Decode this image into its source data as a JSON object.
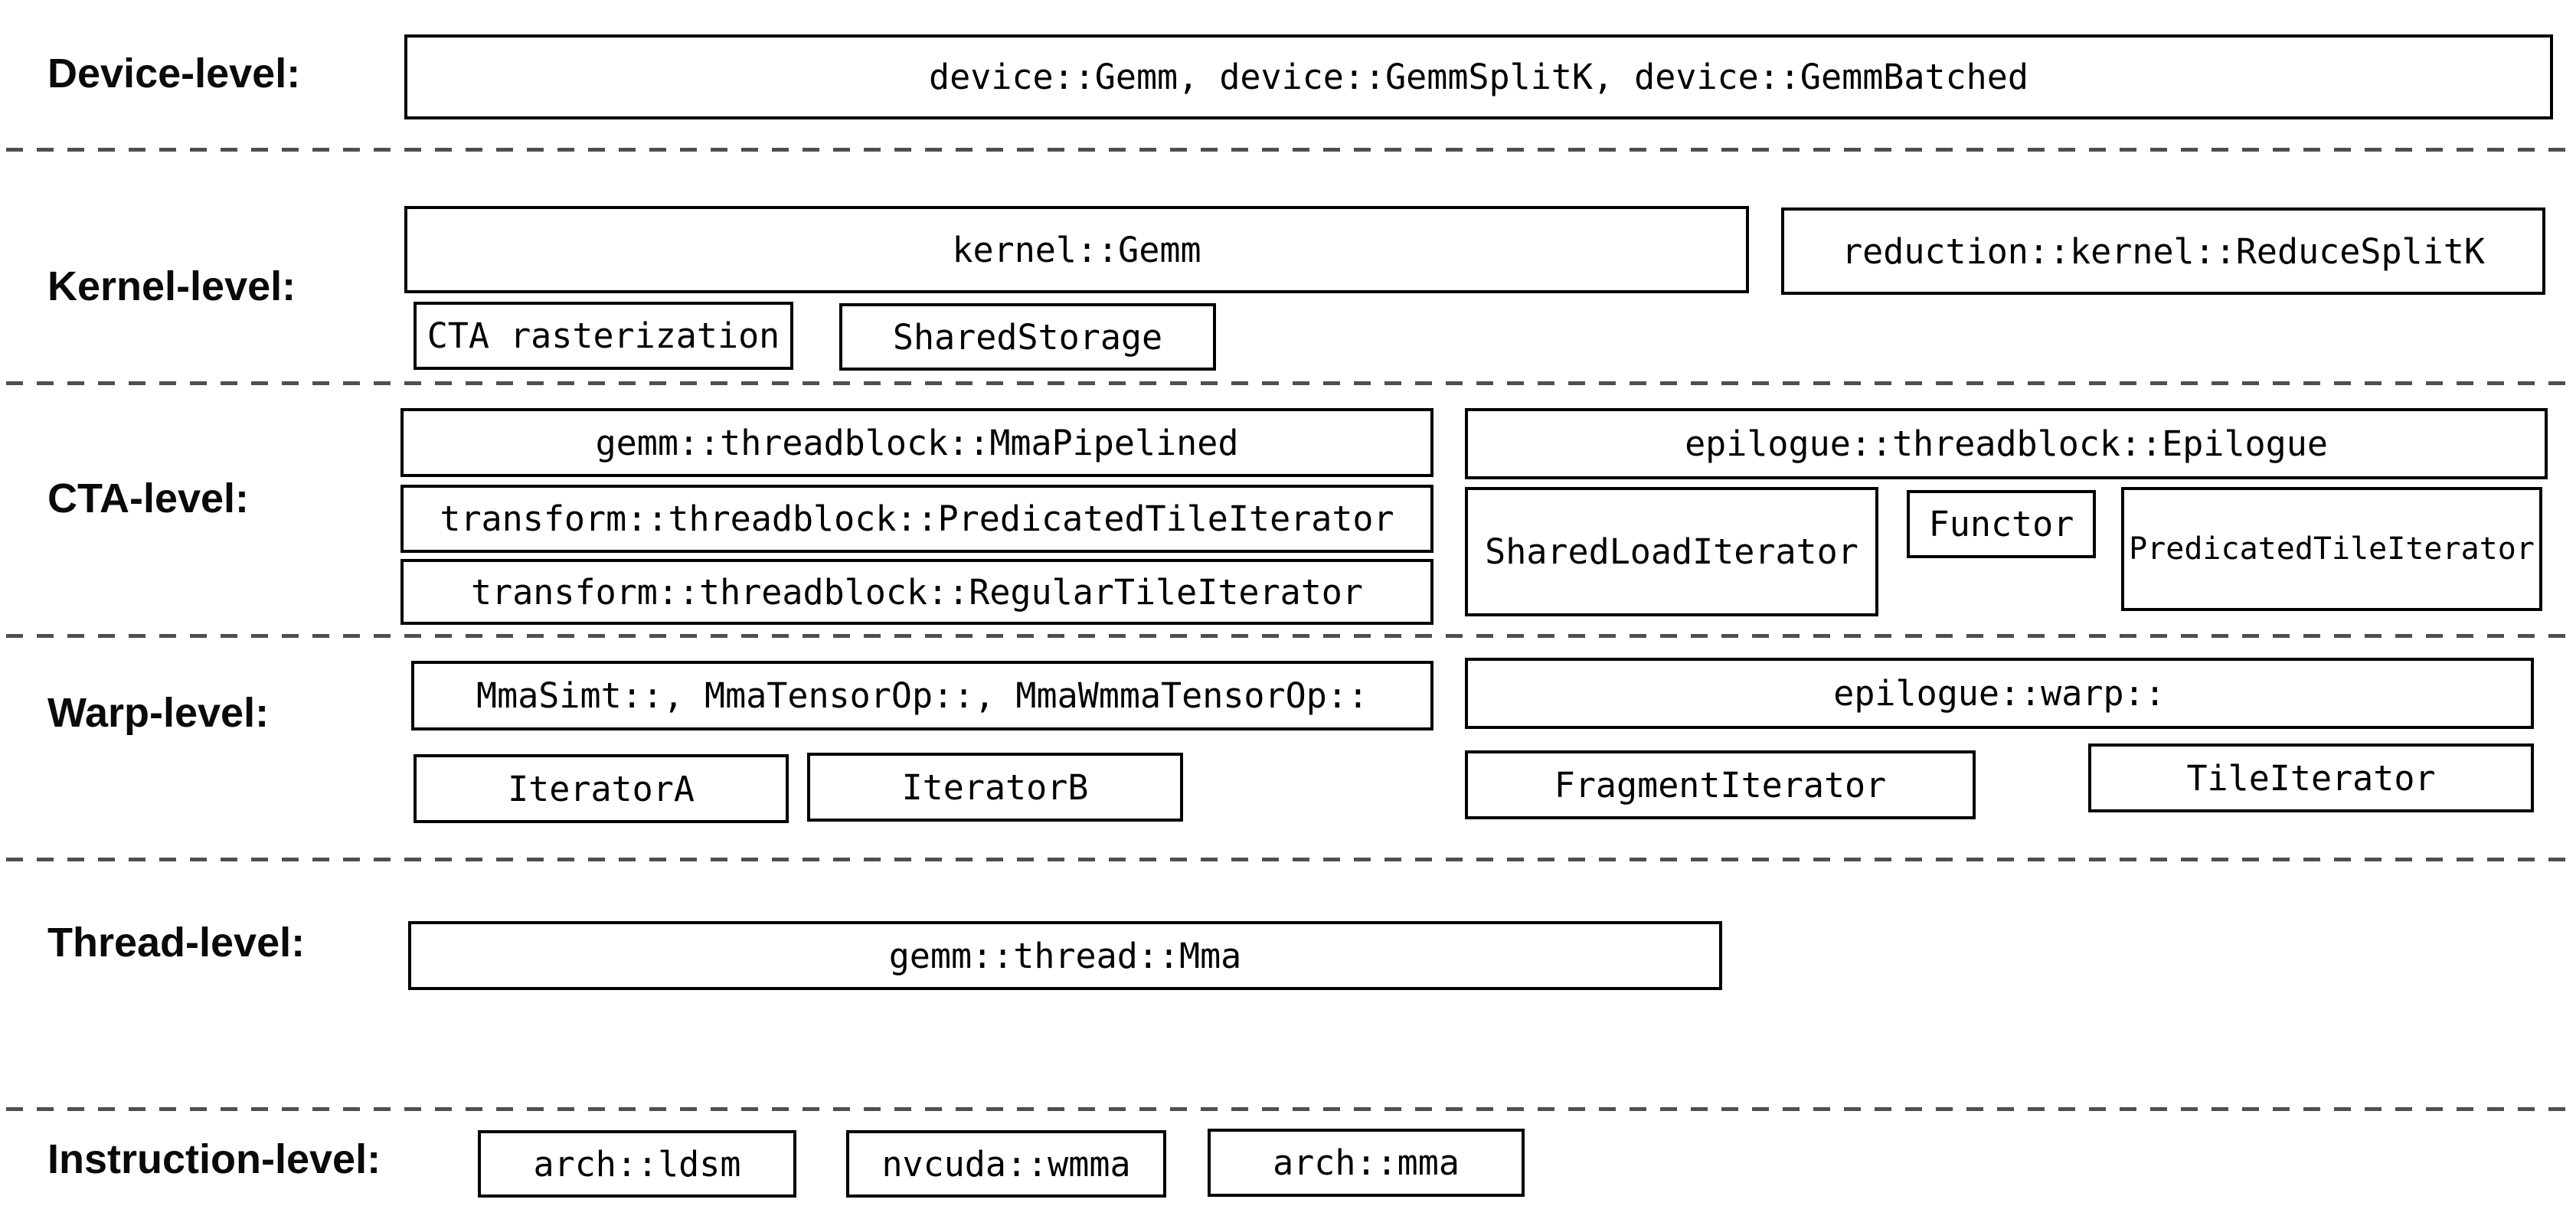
{
  "rows": {
    "device": {
      "label": "Device-level:",
      "main_box": "device::Gemm, device::GemmSplitK, device::GemmBatched"
    },
    "kernel": {
      "label": "Kernel-level:",
      "gemm_box": "kernel::Gemm",
      "reduce_box": "reduction::kernel::ReduceSplitK",
      "cta_rasterization_box": "CTA rasterization",
      "shared_storage_box": "SharedStorage"
    },
    "cta": {
      "label": "CTA-level:",
      "mma_pipelined_box": "gemm::threadblock::MmaPipelined",
      "predicated_tile_iterator_box": "transform::threadblock::PredicatedTileIterator",
      "regular_tile_iterator_box": "transform::threadblock::RegularTileIterator",
      "epilogue_box": "epilogue::threadblock::Epilogue",
      "shared_load_iterator_box": "SharedLoadIterator",
      "functor_box": "Functor",
      "epilogue_predicated_tile_iterator_box": "PredicatedTileIterator"
    },
    "warp": {
      "label": "Warp-level:",
      "mma_box": "MmaSimt::, MmaTensorOp::, MmaWmmaTensorOp::",
      "iterator_a_box": "IteratorA",
      "iterator_b_box": "IteratorB",
      "epilogue_warp_box": "epilogue::warp::",
      "fragment_iterator_box": "FragmentIterator",
      "tile_iterator_box": "TileIterator"
    },
    "thread": {
      "label": "Thread-level:",
      "mma_box": "gemm::thread::Mma"
    },
    "instruction": {
      "label": "Instruction-level:",
      "arch_ldsm_box": "arch::ldsm",
      "nvcuda_wmma_box": "nvcuda::wmma",
      "arch_mma_box": "arch::mma"
    }
  },
  "colors": {
    "background": "#ffffff",
    "box_border": "#000000",
    "text": "#000000",
    "separator": "#4f4f4f"
  }
}
